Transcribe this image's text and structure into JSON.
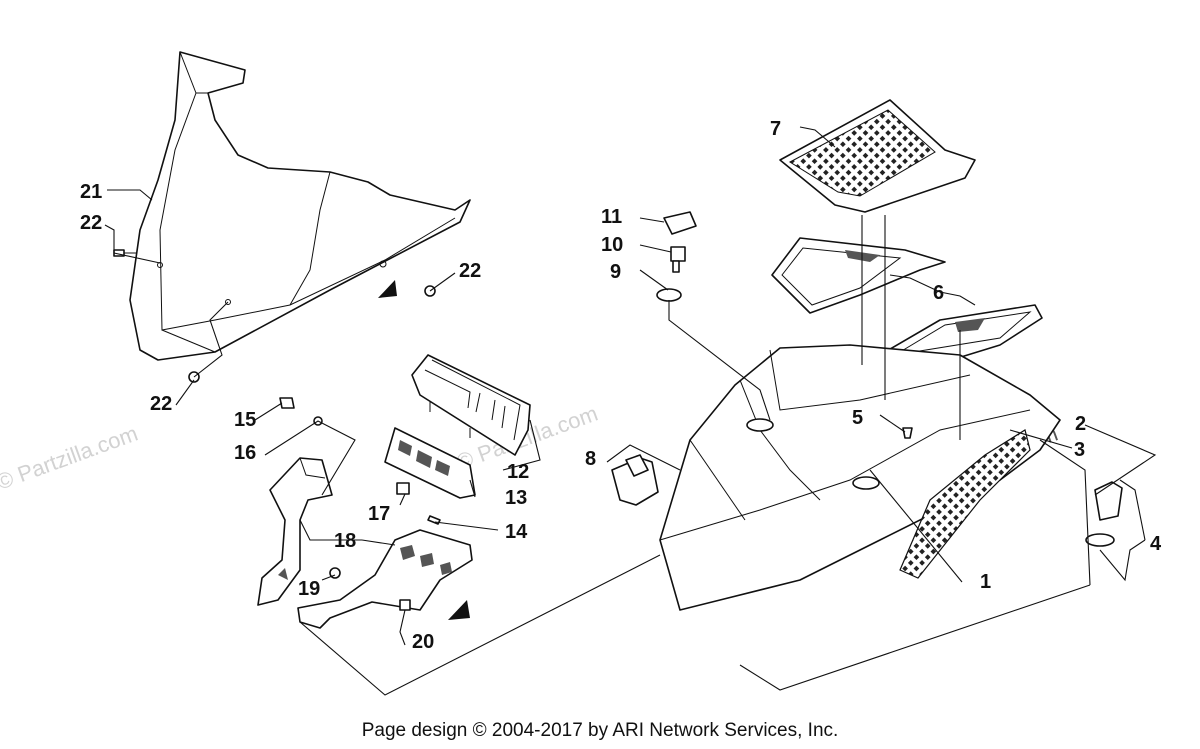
{
  "watermarks": [
    "© Partzilla.com",
    "© Partzilla.com",
    "© Partzilla.com"
  ],
  "callouts": {
    "c1": "1",
    "c2": "2",
    "c3": "3",
    "c4": "4",
    "c5": "5",
    "c6": "6",
    "c7": "7",
    "c8": "8",
    "c9": "9",
    "c10": "10",
    "c11": "11",
    "c12": "12",
    "c13": "13",
    "c14": "14",
    "c15": "15",
    "c16": "16",
    "c17": "17",
    "c18": "18",
    "c19": "19",
    "c20": "20",
    "c21": "21",
    "c22a": "22",
    "c22b": "22",
    "c22c": "22"
  },
  "footer": "Page design © 2004-2017 by ARI Network Services, Inc."
}
